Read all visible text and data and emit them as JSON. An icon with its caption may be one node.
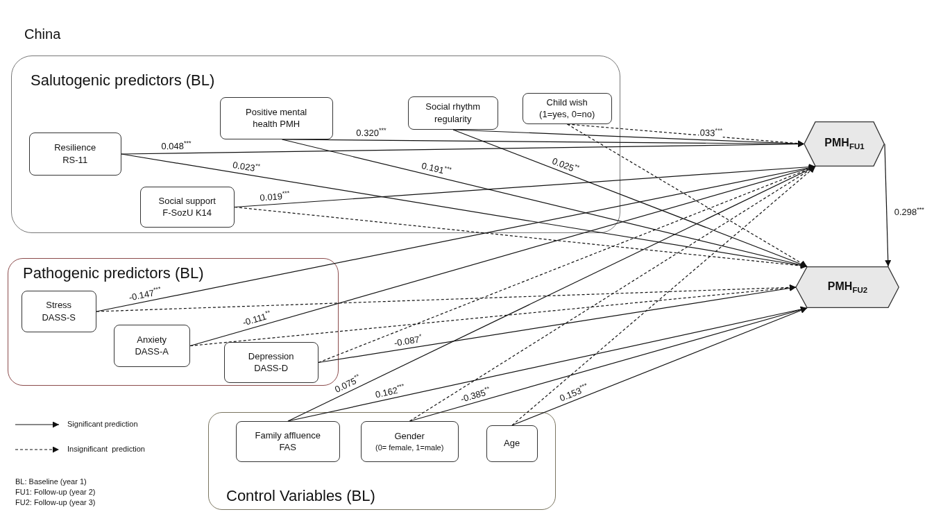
{
  "diagram": {
    "nodes": [
      {
        "text": [
          "Salutogenic predictors (BL)"
        ]
      },
      {
        "text": [
          "Resilience RS-11"
        ],
        "in": 0
      },
      {
        "text": [
          "Positive mental health PMH"
        ],
        "in": 0
      },
      {
        "text": [
          "Social rhythm regularity"
        ],
        "in": 0
      },
      {
        "text": [
          "Child wish (1=yes, 0=no)"
        ],
        "in": 0
      },
      {
        "text": [
          "Social support F-SozU K14"
        ],
        "in": 0
      },
      {
        "text": [
          "Pathogenic predictors (BL)"
        ]
      },
      {
        "text": [
          "Stress DASS-S"
        ],
        "in": 6
      },
      {
        "text": [
          "Anxiety DASS-A"
        ],
        "in": 6
      },
      {
        "text": [
          "Depression DASS-D"
        ],
        "in": 6
      },
      {
        "text": [
          "Control Variables (BL)"
        ]
      },
      {
        "text": [
          "Family affluence FAS"
        ],
        "in": 10
      },
      {
        "text": [
          "Gender",
          "(0= female, 1=male)"
        ],
        "in": 10
      },
      {
        "text": [
          "Age"
        ],
        "in": 10
      },
      {
        "text": [
          "PMH$_{FU1}$"
        ]
      },
      {
        "text": [
          "PMH$_{FU2}$"
        ]
      }
    ],
    "edges": [
      {
        "from": 1,
        "to": 14,
        "arrow": "to",
        "label": "0.048$^{***}$"
      },
      {
        "from": 1,
        "to": 15,
        "arrow": "to",
        "label": "0.023$^{**}$"
      },
      {
        "from": 2,
        "to": 14,
        "arrow": "to",
        "label": "0.320$^{***}$"
      },
      {
        "from": 2,
        "to": 15,
        "arrow": "to",
        "label": "0.191$^{***}$"
      },
      {
        "from": 3,
        "to": 14,
        "arrow": "to",
        "label": ".033$^{***}$"
      },
      {
        "from": 3,
        "to": 15,
        "arrow": "to",
        "label": "0.025$^{**}$"
      },
      {
        "from": 4,
        "to": 14,
        "arrow": "to",
        "style": "dashed"
      },
      {
        "from": 4,
        "to": 15,
        "arrow": "to",
        "style": "dashed"
      },
      {
        "from": 5,
        "to": 14,
        "arrow": "to",
        "label": "0.019$^{***}$"
      },
      {
        "from": 5,
        "to": 15,
        "arrow": "to",
        "style": "dashed"
      },
      {
        "from": 7,
        "to": 14,
        "arrow": "to",
        "label": "-0.147$^{***}$"
      },
      {
        "from": 7,
        "to": 15,
        "arrow": "to",
        "style": "dashed"
      },
      {
        "from": 8,
        "to": 14,
        "arrow": "to",
        "label": "-0.111$^{**}$"
      },
      {
        "from": 8,
        "to": 15,
        "arrow": "to",
        "style": "dashed"
      },
      {
        "from": 9,
        "to": 14,
        "arrow": "to",
        "style": "dashed"
      },
      {
        "from": 9,
        "to": 15,
        "arrow": "to",
        "label": "-0.087$^{*}$"
      },
      {
        "from": 11,
        "to": 14,
        "arrow": "to",
        "label": "0.075$^{**}$"
      },
      {
        "from": 11,
        "to": 15,
        "arrow": "to",
        "label": "0.162$^{***}$"
      },
      {
        "from": 12,
        "to": 14,
        "arrow": "to",
        "style": "dashed"
      },
      {
        "from": 12,
        "to": 15,
        "arrow": "to",
        "label": "-0.385$^{**}$"
      },
      {
        "from": 13,
        "to": 14,
        "arrow": "to",
        "style": "dashed"
      },
      {
        "from": 13,
        "to": 15,
        "arrow": "to",
        "label": "0.153$^{***}$"
      },
      {
        "from": 14,
        "to": 15,
        "arrow": "to",
        "label": "0.298$^{***}$"
      }
    ],
    "labels": [
      "China",
      "BL: Baseline (year 1)",
      "FU1: Follow-up (year 2)",
      "FU2: Follow-up (year 3)"
    ],
    "legend": [
      {
        "text": "Significant prediction"
      },
      {
        "text": "Insignificant  prediction"
      }
    ]
  }
}
